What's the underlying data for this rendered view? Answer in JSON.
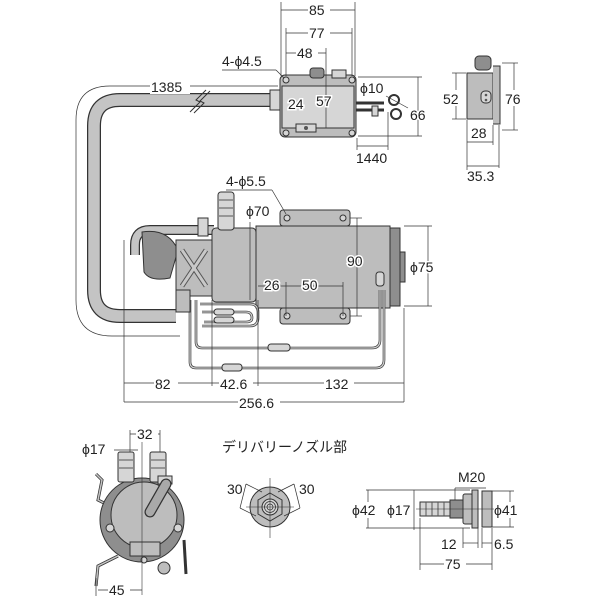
{
  "title": "ポンプ外形寸法図",
  "views": {
    "controller_top": {
      "width_85": "85",
      "width_77": "77",
      "width_48": "48",
      "holes": "4-ϕ4.5",
      "dim_24": "24",
      "dim_57": "57",
      "cable_dia": "ϕ10",
      "height_66": "66",
      "cable_length": "1440",
      "hose_length": "1385"
    },
    "controller_side": {
      "height_52": "52",
      "height_76": "76",
      "depth_28": "28",
      "depth_35_3": "35.3"
    },
    "pump_main": {
      "mount_holes": "4-ϕ5.5",
      "flange_dia": "ϕ70",
      "height_90": "90",
      "motor_dia": "ϕ75",
      "dim_26": "26",
      "dim_50": "50",
      "len_82": "82",
      "len_42_6": "42.6",
      "len_132": "132",
      "total_length": "256.6"
    },
    "pump_front": {
      "nozzle_dia": "ϕ17",
      "spacing_32": "32",
      "width_45": "45"
    },
    "delivery_nozzle": {
      "label": "デリバリーノズル部",
      "angle_left": "30",
      "angle_right": "30"
    },
    "nozzle_side": {
      "thread": "M20",
      "outer_dia": "ϕ42",
      "hose_dia": "ϕ17",
      "flange_dia": "ϕ41",
      "dim_12": "12",
      "dim_6_5": "6.5",
      "length_75": "75"
    }
  }
}
